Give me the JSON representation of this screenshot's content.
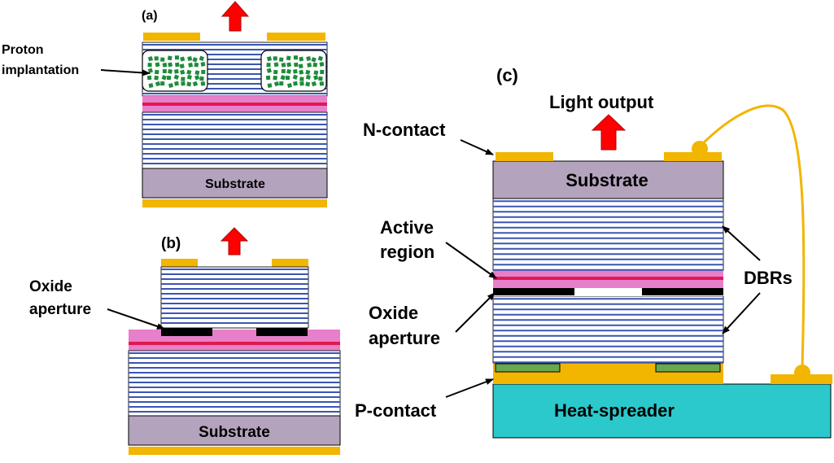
{
  "colors": {
    "gold": "#f2b500",
    "dbr_line": "#3a56b3",
    "active": "#e0194d",
    "cladding": "#e77fcb",
    "substrate": "#b3a3bc",
    "oxide": "#000000",
    "implant": "#1e8c3a",
    "heat_spreader": "#2bc9cc",
    "p_contact_pad": "#6aa84f",
    "arrow": "#ff0000",
    "wire": "#f2b500"
  },
  "panel_a": {
    "tag": "(a)",
    "label_proton": [
      "Proton",
      "implantation"
    ],
    "substrate": "Substrate"
  },
  "panel_b": {
    "tag": "(b)",
    "label_oxide": [
      "Oxide",
      "aperture"
    ],
    "substrate": "Substrate"
  },
  "panel_c": {
    "tag": "(c)",
    "light_output": "Light output",
    "n_contact": "N-contact",
    "substrate": "Substrate",
    "active_region": [
      "Active",
      "region"
    ],
    "oxide_aperture": [
      "Oxide",
      "aperture"
    ],
    "dbrs": "DBRs",
    "p_contact": "P-contact",
    "heat_spreader": "Heat-spreader"
  }
}
